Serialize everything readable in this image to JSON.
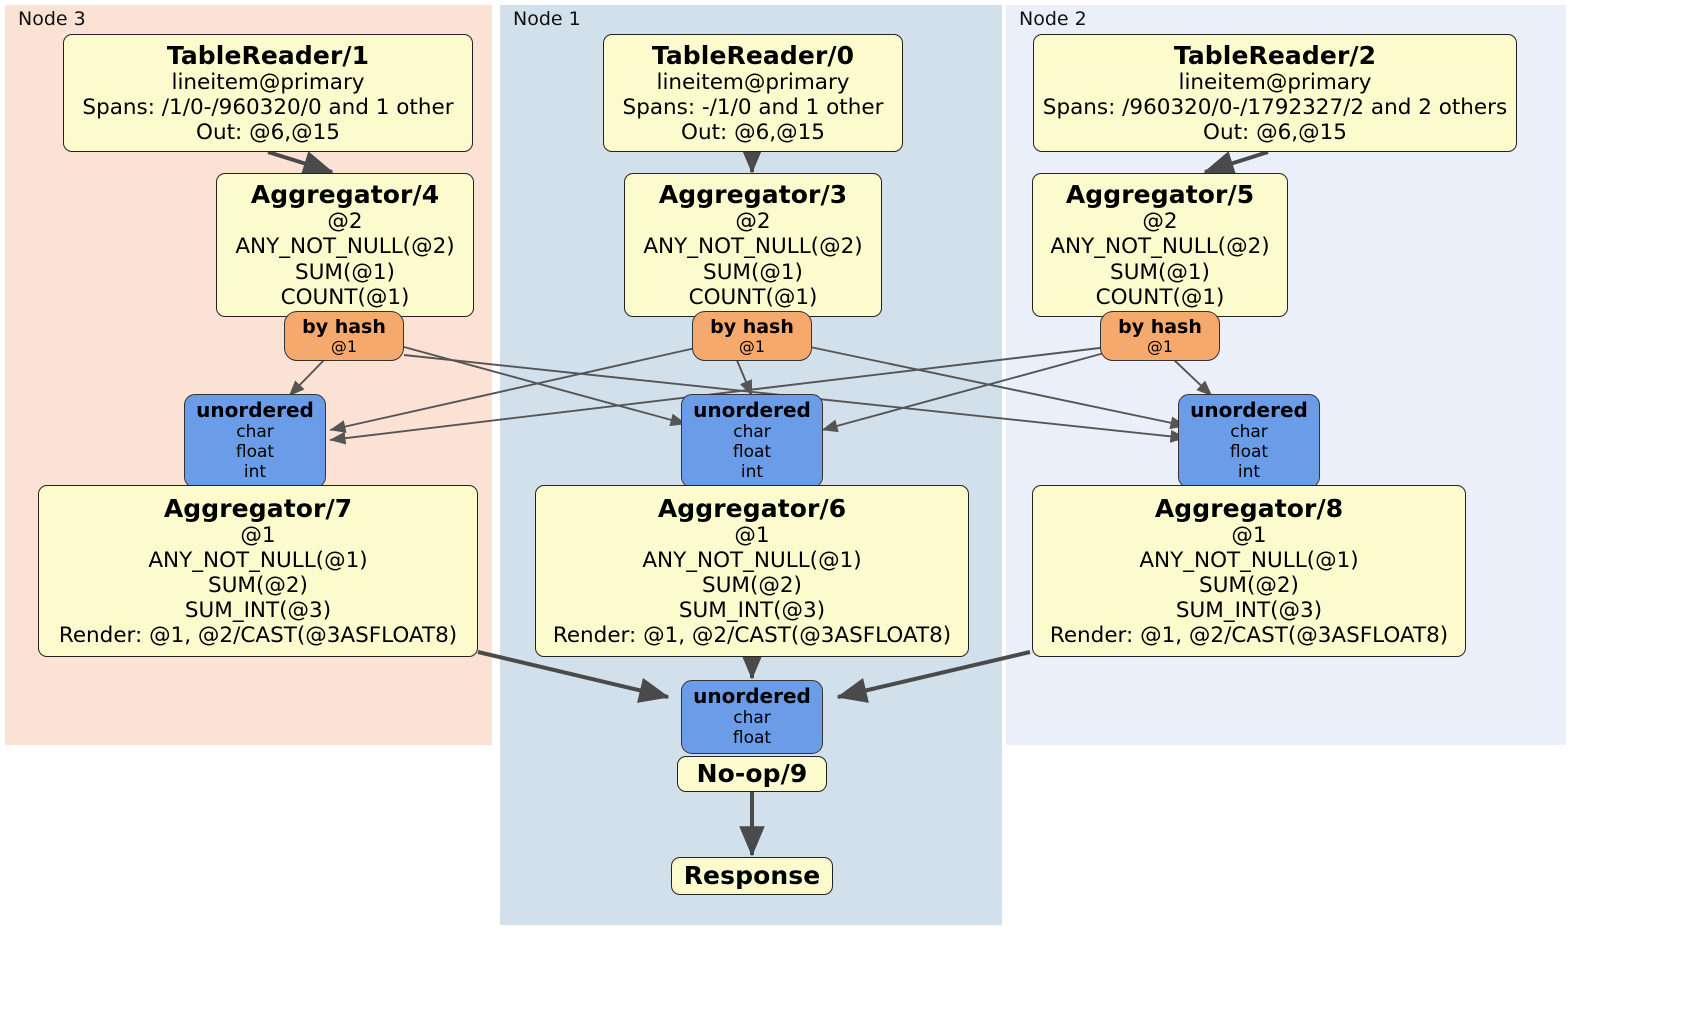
{
  "diagram": {
    "kind": "distributed-query-plan",
    "colors": {
      "node3_panel": "#fbe2d5",
      "node1_panel": "#d2e0ec",
      "node2_panel": "#eaeffa",
      "processor_fill": "#fbfbcd",
      "router_fill": "#f6a96d",
      "receiver_fill": "#6b9ce8",
      "edge_stroke": "#4a4a4a",
      "thin_edge_stroke": "#555555",
      "border": "#222222"
    }
  },
  "panels": [
    {
      "id": "node3",
      "label": "Node 3"
    },
    {
      "id": "node1",
      "label": "Node 1"
    },
    {
      "id": "node2",
      "label": "Node 2"
    }
  ],
  "nodes": {
    "tablereader1": {
      "title": "TableReader/1",
      "lines": [
        "lineitem@primary",
        "Spans: /1/0-/960320/0 and 1 other",
        "Out: @6,@15"
      ]
    },
    "tablereader0": {
      "title": "TableReader/0",
      "lines": [
        "lineitem@primary",
        "Spans: -/1/0 and 1 other",
        "Out: @6,@15"
      ]
    },
    "tablereader2": {
      "title": "TableReader/2",
      "lines": [
        "lineitem@primary",
        "Spans: /960320/0-/1792327/2 and 2 others",
        "Out: @6,@15"
      ]
    },
    "aggregator4": {
      "title": "Aggregator/4",
      "lines": [
        "@2",
        "ANY_NOT_NULL(@2)",
        "SUM(@1)",
        "COUNT(@1)"
      ]
    },
    "aggregator3": {
      "title": "Aggregator/3",
      "lines": [
        "@2",
        "ANY_NOT_NULL(@2)",
        "SUM(@1)",
        "COUNT(@1)"
      ]
    },
    "aggregator5": {
      "title": "Aggregator/5",
      "lines": [
        "@2",
        "ANY_NOT_NULL(@2)",
        "SUM(@1)",
        "COUNT(@1)"
      ]
    },
    "aggregator7": {
      "title": "Aggregator/7",
      "lines": [
        "@1",
        "ANY_NOT_NULL(@1)",
        "SUM(@2)",
        "SUM_INT(@3)",
        "Render: @1, @2/CAST(@3ASFLOAT8)"
      ]
    },
    "aggregator6": {
      "title": "Aggregator/6",
      "lines": [
        "@1",
        "ANY_NOT_NULL(@1)",
        "SUM(@2)",
        "SUM_INT(@3)",
        "Render: @1, @2/CAST(@3ASFLOAT8)"
      ]
    },
    "aggregator8": {
      "title": "Aggregator/8",
      "lines": [
        "@1",
        "ANY_NOT_NULL(@1)",
        "SUM(@2)",
        "SUM_INT(@3)",
        "Render: @1, @2/CAST(@3ASFLOAT8)"
      ]
    },
    "router_left": {
      "title": "by hash",
      "lines": [
        "@1"
      ]
    },
    "router_middle": {
      "title": "by hash",
      "lines": [
        "@1"
      ]
    },
    "router_right": {
      "title": "by hash",
      "lines": [
        "@1"
      ]
    },
    "recv_left": {
      "title": "unordered",
      "lines": [
        "char",
        "float",
        "int"
      ]
    },
    "recv_middle": {
      "title": "unordered",
      "lines": [
        "char",
        "float",
        "int"
      ]
    },
    "recv_right": {
      "title": "unordered",
      "lines": [
        "char",
        "float",
        "int"
      ]
    },
    "recv_final": {
      "title": "unordered",
      "lines": [
        "char",
        "float"
      ]
    },
    "noop9": {
      "title": "No-op/9",
      "lines": []
    },
    "response": {
      "title": "Response",
      "lines": []
    }
  }
}
